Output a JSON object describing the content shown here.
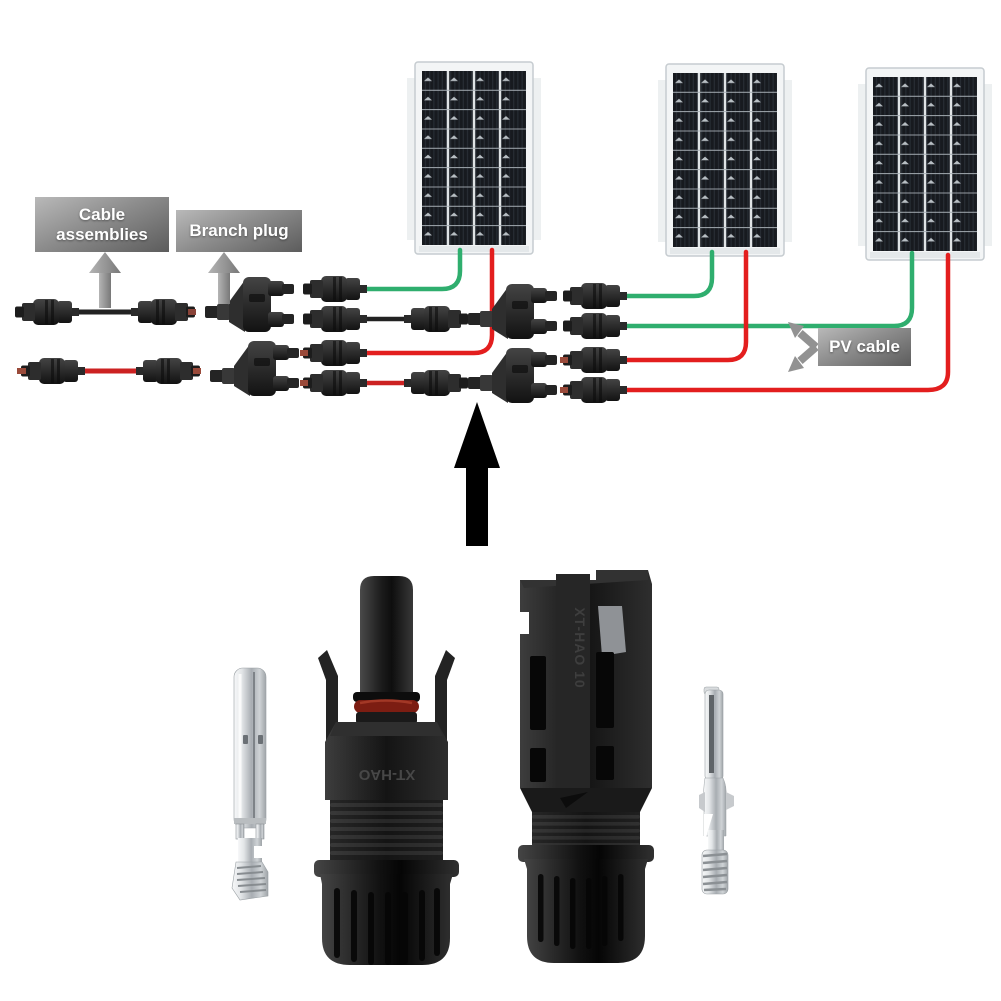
{
  "image": {
    "type": "product-wiring-diagram",
    "subject": "Solar PV MC4 connector set with three solar panels wiring diagram and connector close-up photo"
  },
  "labels": {
    "cable_assemblies": "Cable assemblies",
    "branch_plug": "Branch plug",
    "pv_cable": "PV cable"
  },
  "markings": {
    "male_connector_body": "XT-HAO",
    "female_connector_body": "XT-HAO 10"
  },
  "components": {
    "solar_panels": [
      "solar-panel-1",
      "solar-panel-2",
      "solar-panel-3"
    ],
    "diagram_items": [
      "cable-assembly-black",
      "cable-assembly-red",
      "branch-plug-row1-left",
      "branch-plug-row1-middle",
      "branch-plug-row2-left",
      "branch-plug-row2-middle",
      "mc4-pair-row1-left",
      "mc4-pair-row1-right",
      "mc4-pair-row2-left",
      "mc4-pair-row2-right"
    ],
    "photo_items": [
      "male-crimp-pin",
      "male-mc4-connector",
      "female-mc4-connector",
      "female-crimp-pin"
    ],
    "icons": [
      "up-arrow-icon-gray-1",
      "up-arrow-icon-gray-2",
      "double-arrow-icon-pv-cable",
      "big-up-arrow-icon"
    ]
  },
  "colors": {
    "wire_green": "#2fae6e",
    "wire_red": "#e31e1e",
    "label_text": "#ffffff",
    "label_gradient_from": "#b9b9b9",
    "label_gradient_to": "#5c5c5c",
    "arrow_gray": "#9c9c9c",
    "arrow_black": "#000000",
    "connector_black": "#1b1b1b",
    "o_ring_red": "#7c1d12",
    "metal_silver": "#c9cdd1",
    "panel_cell": "#171a1f",
    "panel_frame": "#f3f5f6"
  }
}
